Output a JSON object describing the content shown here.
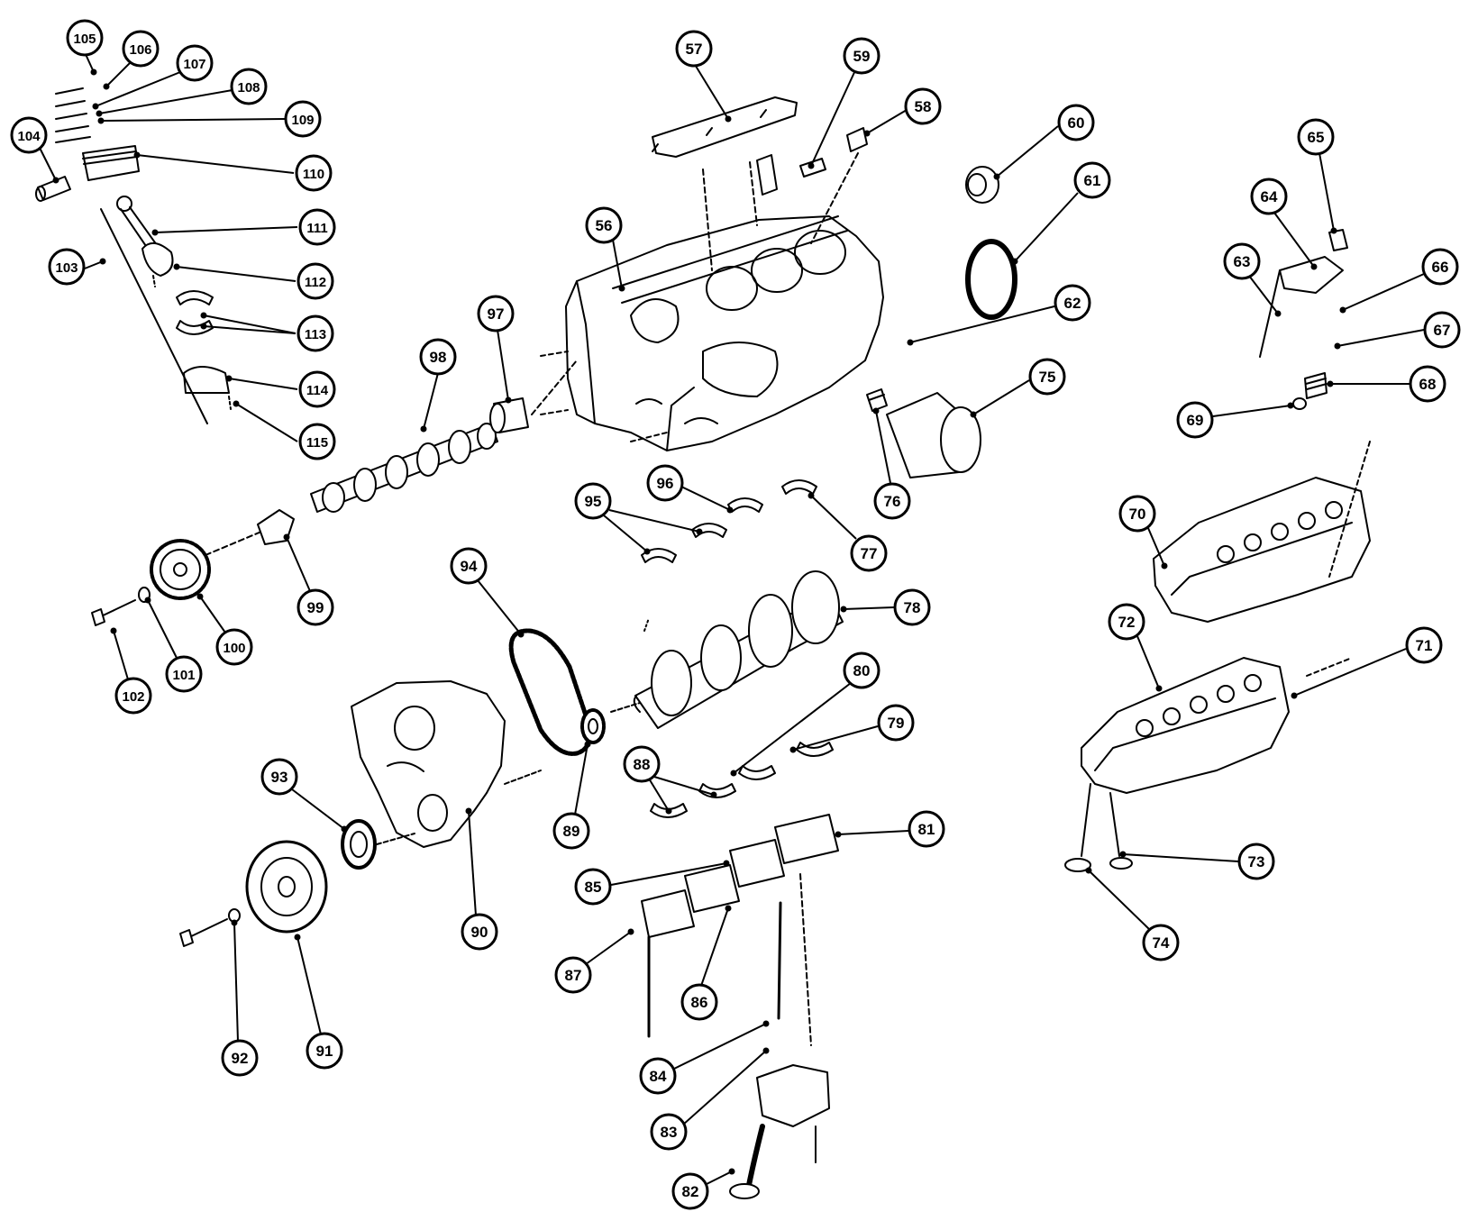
{
  "diagram": {
    "callouts": [
      {
        "id": "c105",
        "label": "105"
      },
      {
        "id": "c106",
        "label": "106"
      },
      {
        "id": "c107",
        "label": "107"
      },
      {
        "id": "c108",
        "label": "108"
      },
      {
        "id": "c109",
        "label": "109"
      },
      {
        "id": "c104",
        "label": "104"
      },
      {
        "id": "c110",
        "label": "110"
      },
      {
        "id": "c111",
        "label": "111"
      },
      {
        "id": "c103",
        "label": "103"
      },
      {
        "id": "c112",
        "label": "112"
      },
      {
        "id": "c113",
        "label": "113"
      },
      {
        "id": "c114",
        "label": "114"
      },
      {
        "id": "c115",
        "label": "115"
      },
      {
        "id": "c57",
        "label": "57"
      },
      {
        "id": "c59",
        "label": "59"
      },
      {
        "id": "c58",
        "label": "58"
      },
      {
        "id": "c60",
        "label": "60"
      },
      {
        "id": "c61",
        "label": "61"
      },
      {
        "id": "c56",
        "label": "56"
      },
      {
        "id": "c97",
        "label": "97"
      },
      {
        "id": "c98",
        "label": "98"
      },
      {
        "id": "c62",
        "label": "62"
      },
      {
        "id": "c75",
        "label": "75"
      },
      {
        "id": "c76",
        "label": "76"
      },
      {
        "id": "c96",
        "label": "96"
      },
      {
        "id": "c95",
        "label": "95"
      },
      {
        "id": "c77",
        "label": "77"
      },
      {
        "id": "c99",
        "label": "99"
      },
      {
        "id": "c100",
        "label": "100"
      },
      {
        "id": "c101",
        "label": "101"
      },
      {
        "id": "c102",
        "label": "102"
      },
      {
        "id": "c94",
        "label": "94"
      },
      {
        "id": "c78",
        "label": "78"
      },
      {
        "id": "c80",
        "label": "80"
      },
      {
        "id": "c79",
        "label": "79"
      },
      {
        "id": "c88",
        "label": "88"
      },
      {
        "id": "c89",
        "label": "89"
      },
      {
        "id": "c93",
        "label": "93"
      },
      {
        "id": "c90",
        "label": "90"
      },
      {
        "id": "c81",
        "label": "81"
      },
      {
        "id": "c85",
        "label": "85"
      },
      {
        "id": "c87",
        "label": "87"
      },
      {
        "id": "c86",
        "label": "86"
      },
      {
        "id": "c84",
        "label": "84"
      },
      {
        "id": "c83",
        "label": "83"
      },
      {
        "id": "c82",
        "label": "82"
      },
      {
        "id": "c92",
        "label": "92"
      },
      {
        "id": "c91",
        "label": "91"
      },
      {
        "id": "c65",
        "label": "65"
      },
      {
        "id": "c64",
        "label": "64"
      },
      {
        "id": "c63",
        "label": "63"
      },
      {
        "id": "c66",
        "label": "66"
      },
      {
        "id": "c67",
        "label": "67"
      },
      {
        "id": "c68",
        "label": "68"
      },
      {
        "id": "c69",
        "label": "69"
      },
      {
        "id": "c70",
        "label": "70"
      },
      {
        "id": "c72",
        "label": "72"
      },
      {
        "id": "c71",
        "label": "71"
      },
      {
        "id": "c73",
        "label": "73"
      },
      {
        "id": "c74",
        "label": "74"
      }
    ]
  }
}
